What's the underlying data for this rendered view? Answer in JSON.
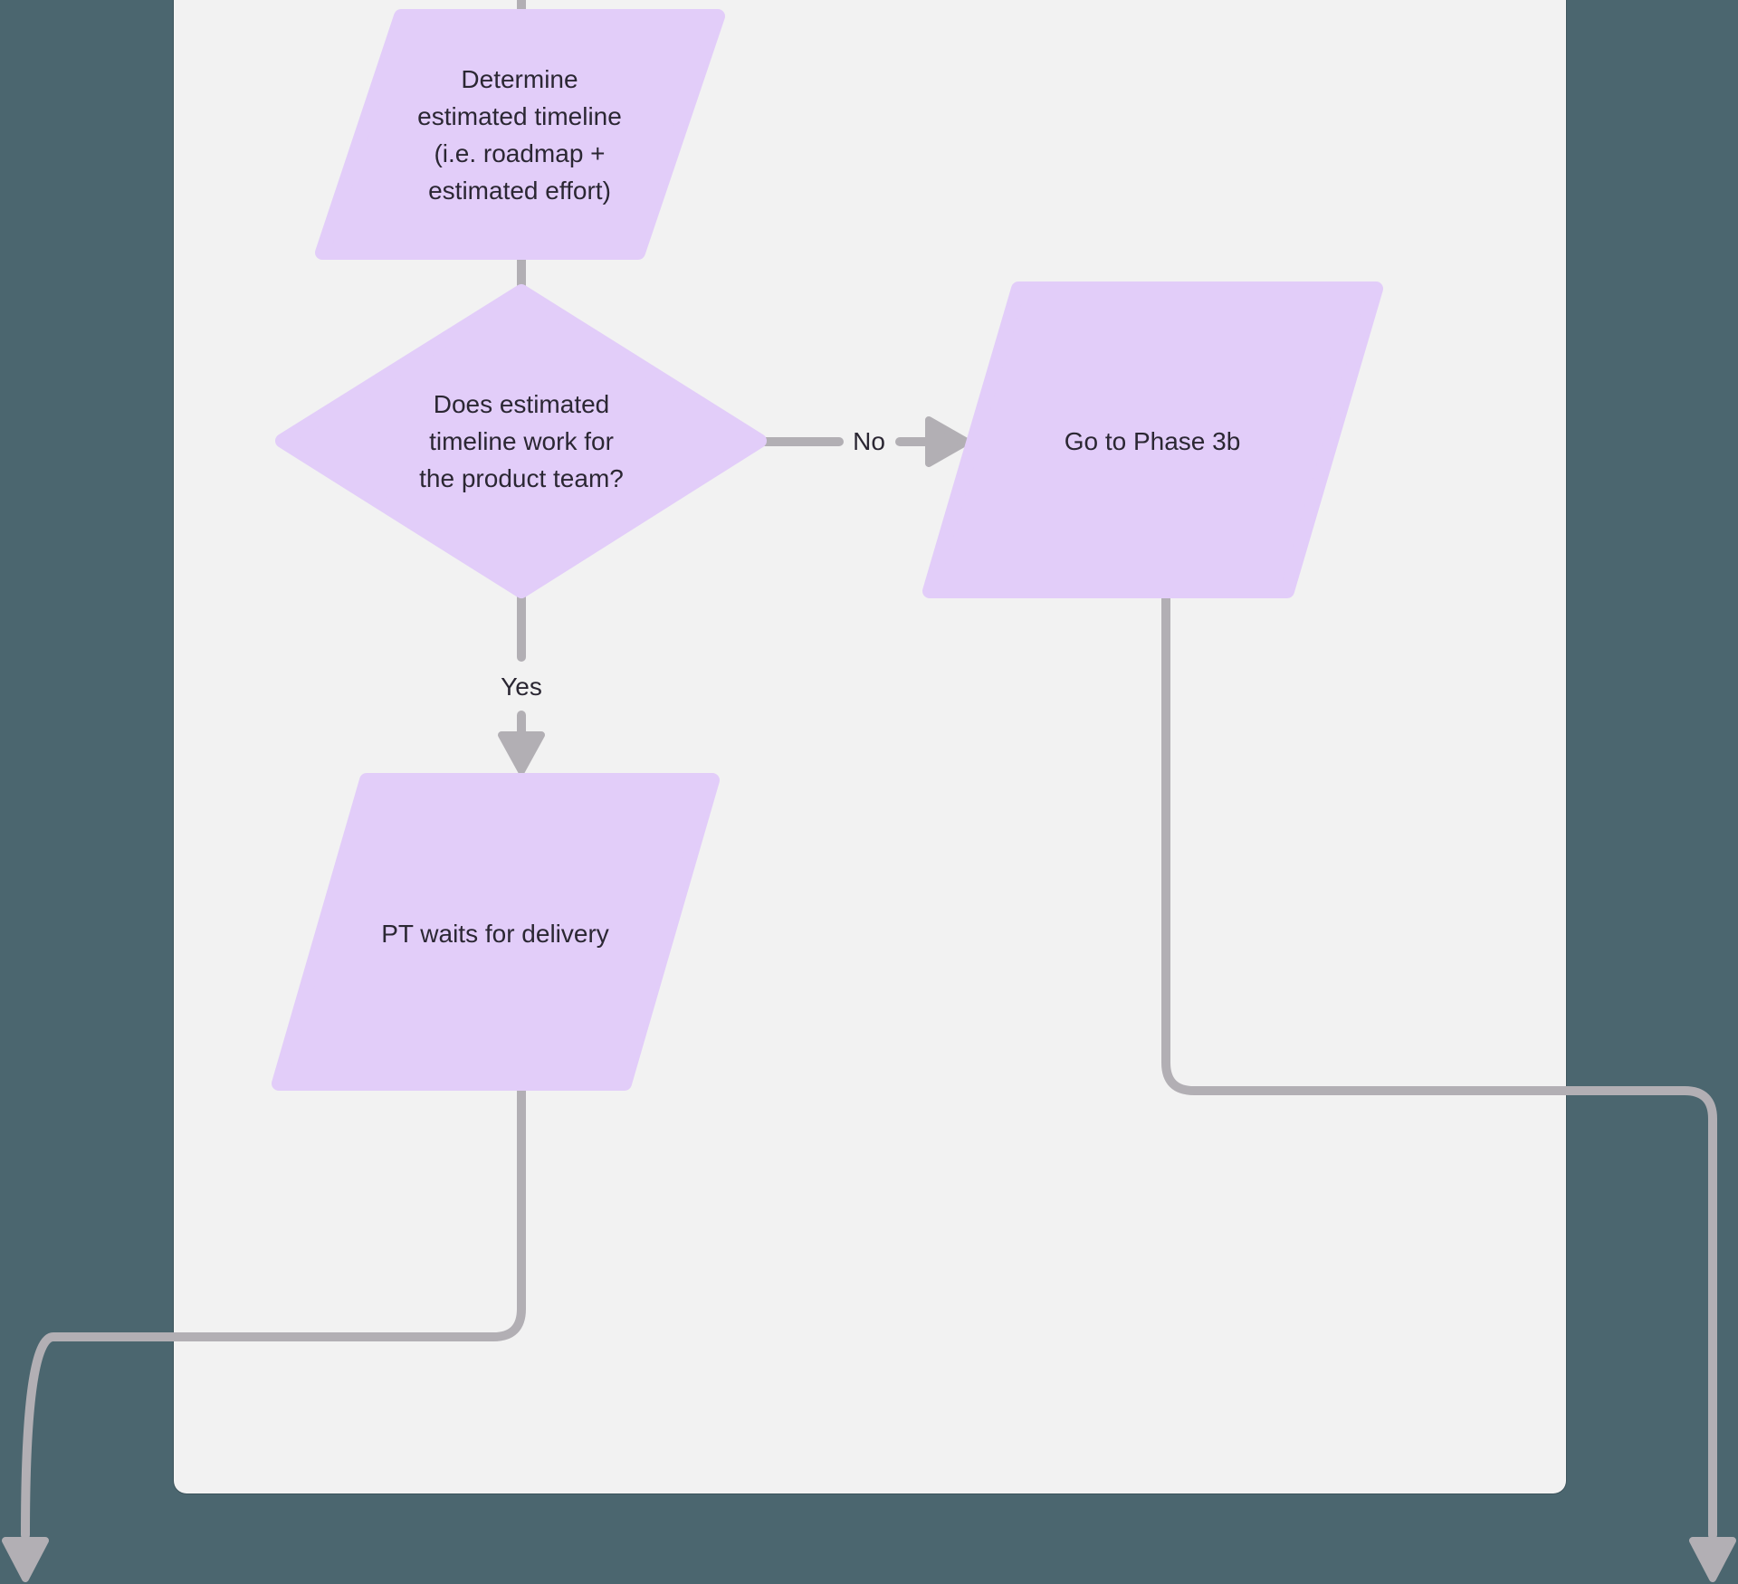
{
  "diagram": {
    "kind": "flowchart",
    "theme": {
      "background": "#4b666f",
      "card_fill": "#f2f2f2",
      "shape_fill": "#e2cdf9",
      "connector_color": "#b2afb4",
      "text_color": "#2b2733"
    },
    "nodes": {
      "determine": {
        "type": "parallelogram",
        "lines": [
          "Determine",
          "estimated timeline",
          "(i.e. roadmap +",
          "estimated effort)"
        ]
      },
      "decision": {
        "type": "diamond",
        "lines": [
          "Does estimated",
          "timeline work for",
          "the product team?"
        ]
      },
      "goto_phase_3b": {
        "type": "parallelogram",
        "text": "Go to Phase 3b"
      },
      "pt_waits": {
        "type": "parallelogram",
        "text": "PT waits for delivery"
      }
    },
    "connections": [
      {
        "from": "offscreen-top",
        "to": "determine",
        "label": ""
      },
      {
        "from": "determine",
        "to": "decision",
        "label": ""
      },
      {
        "from": "decision",
        "to": "goto_phase_3b",
        "label": "No"
      },
      {
        "from": "decision",
        "to": "pt_waits",
        "label": "Yes"
      },
      {
        "from": "pt_waits",
        "to": "offscreen-bottom-left",
        "label": ""
      },
      {
        "from": "goto_phase_3b",
        "to": "offscreen-bottom-right",
        "label": ""
      }
    ]
  }
}
